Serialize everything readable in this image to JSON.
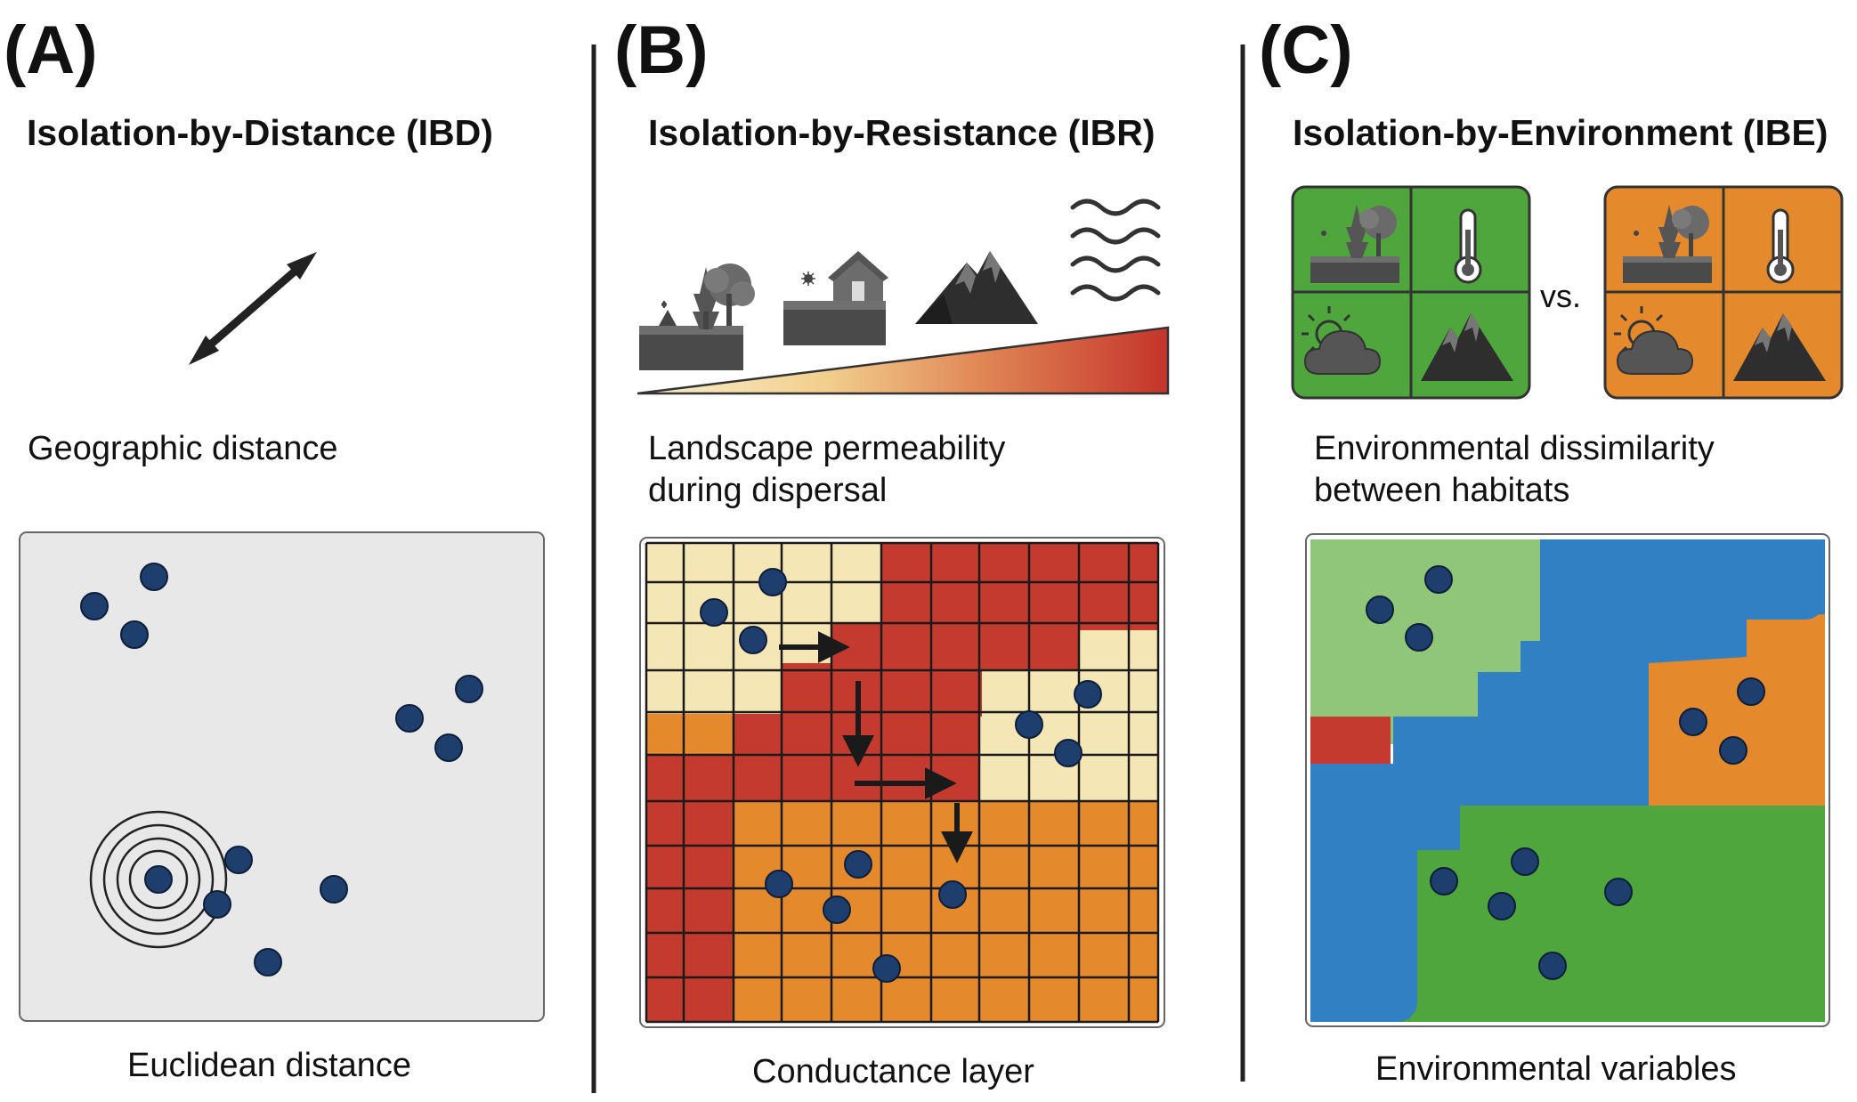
{
  "panels": [
    {
      "letter": "(A)",
      "title": "Isolation-by-Distance (IBD)",
      "caption_top": "Geographic distance",
      "caption_bottom": "Euclidean distance"
    },
    {
      "letter": "(B)",
      "title": "Isolation-by-Resistance (IBR)",
      "caption_top_line1": "Landscape permeability",
      "caption_top_line2": "during dispersal",
      "caption_bottom": "Conductance layer"
    },
    {
      "letter": "(C)",
      "title": "Isolation-by-Environment (IBE)",
      "caption_top_line1": "Environmental dissimilarity",
      "caption_top_line2": "between habitats",
      "vs_label": "vs.",
      "caption_bottom": "Environmental variables"
    }
  ],
  "icons": [
    "tree-landscape-icon",
    "house-icon",
    "mountain-icon",
    "water-waves-icon",
    "thermometer-icon",
    "sun-cloud-icon"
  ],
  "colors": {
    "individual_dot": "#1e3f6e",
    "map_background": "#e8e8e8",
    "resistance_low": "#f5e6b5",
    "resistance_mid": "#e5892d",
    "resistance_high": "#c43a2f",
    "env_light_green": "#90c67a",
    "env_green": "#4ea63c",
    "env_blue": "#3180c4",
    "env_orange": "#e5892d",
    "env_red": "#c43a2f"
  }
}
